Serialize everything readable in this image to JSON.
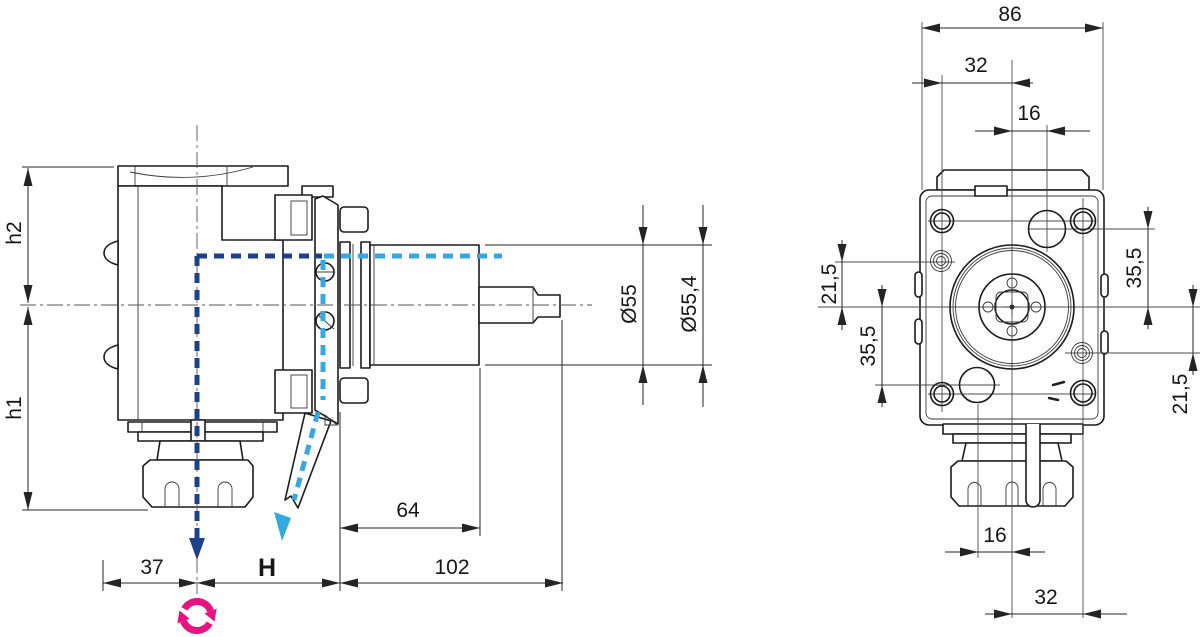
{
  "side_view": {
    "dim_h2": "h2",
    "dim_h1": "h1",
    "dim_offset": "37",
    "dim_h": "H",
    "dim_64": "64",
    "dim_102": "102",
    "dim_dia_shank": "Ø55",
    "dim_dia_pilot": "Ø55,4"
  },
  "front_view": {
    "dim_width": "86",
    "dim_top_offset": "32",
    "dim_top_pitch": "16",
    "dim_left_upper": "21,5",
    "dim_left_lower": "35,5",
    "dim_right_upper": "35,5",
    "dim_right_lower": "21,5",
    "dim_bottom_pitch": "16",
    "dim_bottom_offset": "32"
  },
  "icons": {
    "rotation": "rotation-direction-icon",
    "spindle_arrow": "spindle-axis-arrow-icon",
    "lever_arrow": "clamp-lever-arrow-icon"
  },
  "colors": {
    "ink": "#1b1b1b",
    "navy": "#1e4289",
    "sky": "#36a9e2",
    "pink": "#e71383",
    "paper": "#ffffff"
  }
}
